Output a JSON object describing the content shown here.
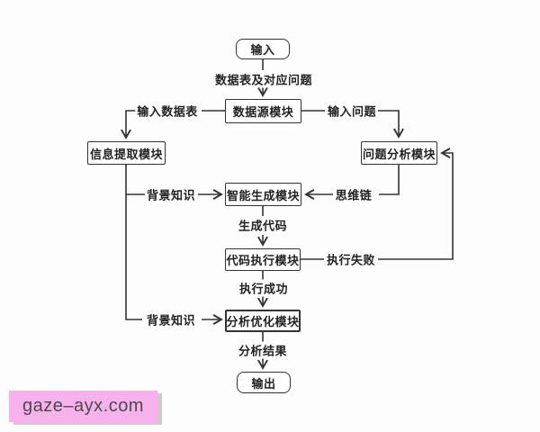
{
  "diagram": {
    "nodes": {
      "input": {
        "label": "输入",
        "shape": "rounded-terminal"
      },
      "data_source": {
        "label": "数据源模块",
        "shape": "rect"
      },
      "info_extract": {
        "label": "信息提取模块",
        "shape": "rect"
      },
      "question_analysis": {
        "label": "问题分析模块",
        "shape": "rect"
      },
      "intelligent_generation": {
        "label": "智能生成模块",
        "shape": "rect"
      },
      "code_execution": {
        "label": "代码执行模块",
        "shape": "rect"
      },
      "analysis_optimization": {
        "label": "分析优化模块",
        "shape": "rect"
      },
      "output": {
        "label": "输出",
        "shape": "rounded-terminal"
      }
    },
    "edge_labels": {
      "dataset_and_questions": "数据表及对应问题",
      "input_dataset": "输入数据表",
      "input_question": "输入问题",
      "background_knowledge_top": "背景知识",
      "chain_of_thought": "思维链",
      "generate_code": "生成代码",
      "execution_failed": "执行失败",
      "execution_success": "执行成功",
      "background_knowledge_bottom": "背景知识",
      "analysis_result": "分析结果"
    },
    "colors": {
      "line": "#333333",
      "box_border": "#333333",
      "box_fill": "#ffffff",
      "text": "#222222",
      "background": "#fdfdfd"
    }
  },
  "watermark": {
    "text": "gaze–ayx.com",
    "background": "#f7b2ee",
    "text_color": "#4a4a4a"
  }
}
